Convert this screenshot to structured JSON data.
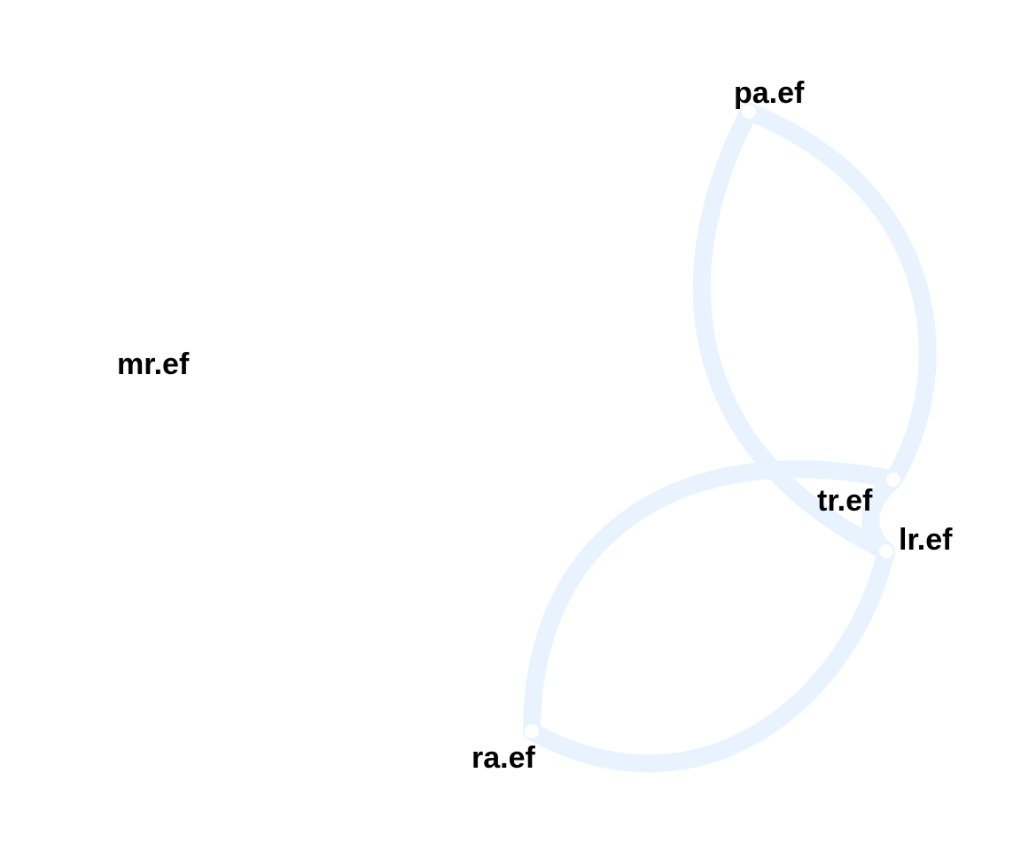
{
  "graph": {
    "edge_color": "#e8f3ff",
    "node_color": "#ffffff",
    "nodes": [
      {
        "id": "pa",
        "label": "pa.ef"
      },
      {
        "id": "mr",
        "label": "mr.ef"
      },
      {
        "id": "tr",
        "label": "tr.ef"
      },
      {
        "id": "lr",
        "label": "lr.ef"
      },
      {
        "id": "ra",
        "label": "ra.ef"
      }
    ],
    "edges": [
      {
        "from": "pa",
        "to": "tr"
      },
      {
        "from": "pa",
        "to": "lr"
      },
      {
        "from": "tr",
        "to": "lr"
      },
      {
        "from": "tr",
        "to": "ra"
      },
      {
        "from": "lr",
        "to": "ra"
      }
    ]
  }
}
